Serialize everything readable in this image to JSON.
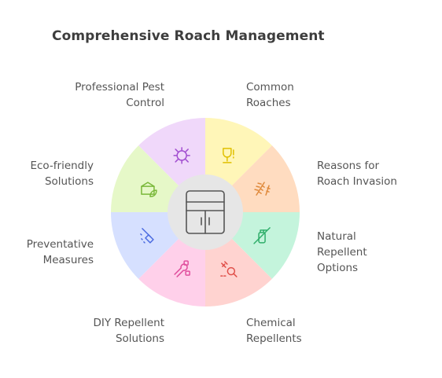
{
  "title": "Comprehensive Roach Management",
  "segments": [
    {
      "label": "Common Roaches",
      "color": "#fff6b8",
      "icon": "roach-trophy-icon",
      "icon_color": "#e0c000"
    },
    {
      "label": "Reasons for Roach Invasion",
      "color": "#ffdcc0",
      "icon": "wheat-icon",
      "icon_color": "#e08a3c"
    },
    {
      "label": "Natural Repellent Options",
      "color": "#c4f4dc",
      "icon": "no-spray-icon",
      "icon_color": "#2fae6a"
    },
    {
      "label": "Chemical Repellents",
      "color": "#ffd3d0",
      "icon": "magnifier-bug-icon",
      "icon_color": "#e0504a"
    },
    {
      "label": "DIY Repellent Solutions",
      "color": "#ffd0ea",
      "icon": "wrench-screws-icon",
      "icon_color": "#e0509e"
    },
    {
      "label": "Preventative Measures",
      "color": "#d6e0ff",
      "icon": "broom-icon",
      "icon_color": "#4a6ae0"
    },
    {
      "label": "Eco-friendly Solutions",
      "color": "#e6f8c8",
      "icon": "eco-box-icon",
      "icon_color": "#7ab83a"
    },
    {
      "label": "Professional Pest Control",
      "color": "#f0d8fa",
      "icon": "pest-brush-icon",
      "icon_color": "#a24ed0"
    }
  ],
  "labels": {
    "s0": [
      "Common",
      "Roaches"
    ],
    "s1": [
      "Reasons for",
      "Roach Invasion"
    ],
    "s2": [
      "Natural",
      "Repellent",
      "Options"
    ],
    "s3": [
      "Chemical",
      "Repellents"
    ],
    "s4": [
      "DIY Repellent",
      "Solutions"
    ],
    "s5": [
      "Preventative",
      "Measures"
    ],
    "s6": [
      "Eco-friendly",
      "Solutions"
    ],
    "s7": [
      "Professional Pest",
      "Control"
    ]
  },
  "center": {
    "icon": "cabinet-icon",
    "color": "#e6e6e6",
    "stroke": "#555555"
  }
}
